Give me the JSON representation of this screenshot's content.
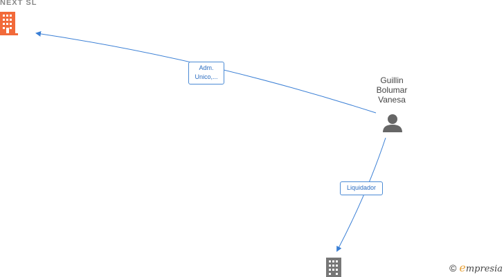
{
  "nodes": {
    "company_top": {
      "label": "NEXT SL",
      "icon": "building-icon",
      "color": "#f26a3a"
    },
    "person": {
      "label_lines": [
        "Guillin",
        "Bolumar",
        "Vanesa"
      ],
      "icon": "person-icon",
      "color": "#666666"
    },
    "company_bottom": {
      "label": "",
      "icon": "building-icon",
      "color": "#777777"
    }
  },
  "edges": [
    {
      "from": "person",
      "to": "company_top",
      "label_lines": [
        "Adm.",
        "Unico,..."
      ],
      "color": "#3a7fd5"
    },
    {
      "from": "person",
      "to": "company_bottom",
      "label_lines": [
        "Liquidador"
      ],
      "color": "#3a7fd5"
    }
  ],
  "footer": {
    "copyright": "©",
    "brand_initial": "e",
    "brand_rest": "mpresia"
  }
}
